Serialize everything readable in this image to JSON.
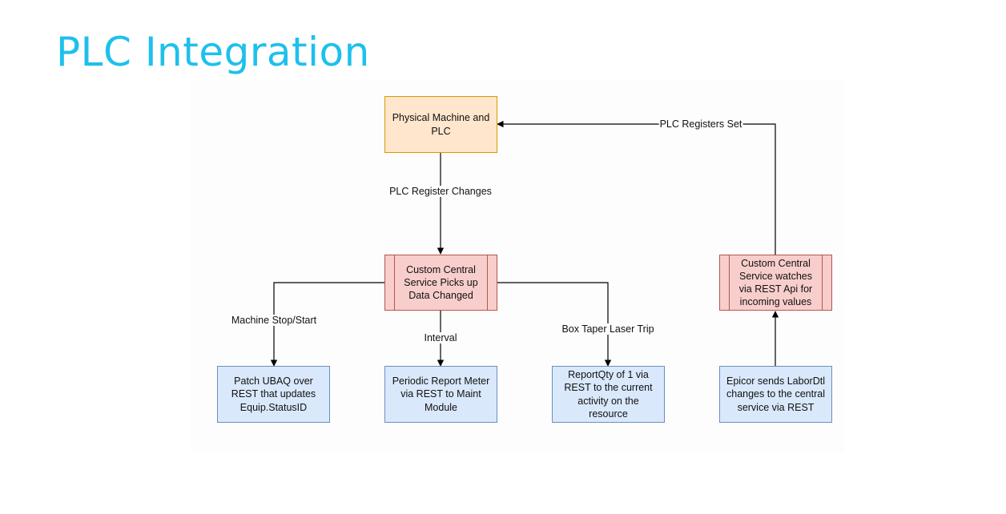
{
  "title": "PLC Integration",
  "nodes": {
    "machine": "Physical Machine and PLC",
    "service_pickup": "Custom Central Service Picks up Data Changed",
    "service_watch": "Custom Central Service watches via REST Api for incoming values",
    "patch_ubaq": "Patch UBAQ over REST that updates Equip.StatusID",
    "periodic_report": "Periodic Report Meter via REST to Maint Module",
    "report_qty": "ReportQty of 1 via REST to the current activity on the resource",
    "epicor": "Epicor sends LaborDtl changes to the central service via REST"
  },
  "edges": {
    "plc_register_changes": "PLC Register Changes",
    "plc_registers_set": "PLC Registers Set",
    "machine_stop_start": "Machine Stop/Start",
    "interval": "Interval",
    "box_taper": "Box Taper Laser Trip"
  },
  "colors": {
    "title": "#1ec0ec",
    "orange_fill": "#ffe6cc",
    "red_fill": "#f8cecc",
    "blue_fill": "#dae8fc"
  }
}
